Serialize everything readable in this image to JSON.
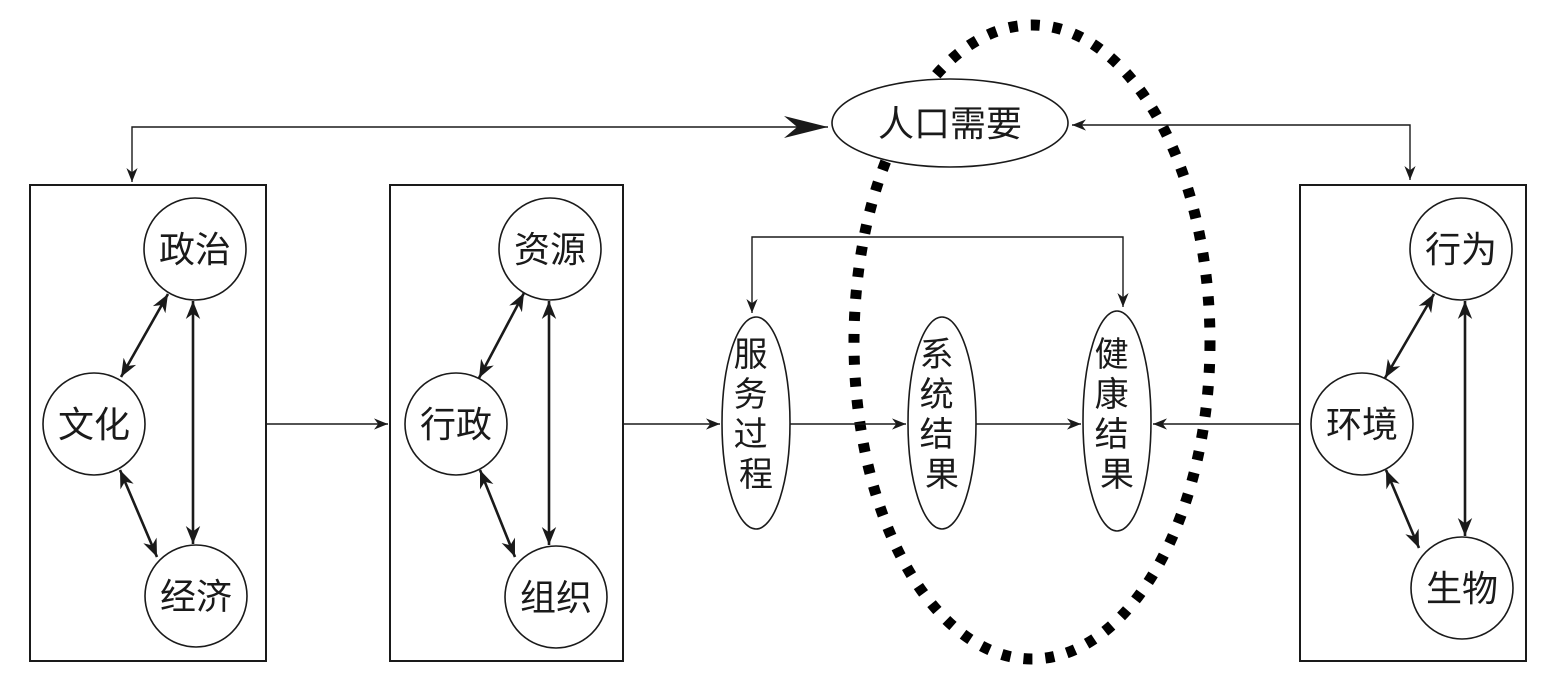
{
  "population_need": {
    "label": "人口需要"
  },
  "box1": {
    "politics": "政治",
    "culture": "文化",
    "economy": "经济"
  },
  "box2": {
    "resources": "资源",
    "administration": "行政",
    "organization": "组织"
  },
  "box3": {
    "behavior": "行为",
    "environment": "环境",
    "biology": "生物"
  },
  "process": {
    "service_process": "服务过程",
    "system_outcome": "系统结果",
    "health_outcome": "健康结果"
  }
}
